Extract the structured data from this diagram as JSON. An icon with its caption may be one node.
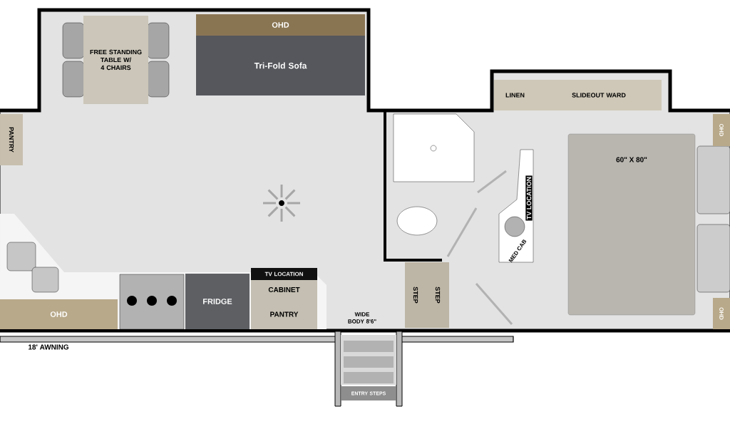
{
  "diagram": {
    "nodes": [
      {
        "text": [
          "FREE STANDING TABLE W/ 4 CHAIRS"
        ]
      },
      {
        "text": [
          "OHD"
        ]
      },
      {
        "text": [
          "Tri-Fold Sofa"
        ]
      },
      {
        "text": [
          "PANTRY"
        ]
      },
      {
        "text": [
          "LINEN"
        ]
      },
      {
        "text": [
          "SLIDEOUT WARD"
        ]
      },
      {
        "text": [
          "OHD"
        ]
      },
      {
        "text": [
          "60\" X 80\""
        ]
      },
      {
        "text": [
          "OHD"
        ]
      },
      {
        "text": [
          "FRIDGE"
        ]
      },
      {
        "text": [
          "TV LOCATION"
        ]
      },
      {
        "text": [
          "CABINET"
        ]
      },
      {
        "text": [
          "PANTRY"
        ]
      },
      {
        "text": [
          "STEP"
        ]
      },
      {
        "text": [
          "STEP"
        ]
      },
      {
        "text": [
          "OHD"
        ]
      },
      {
        "text": [
          "ENTRY STEPS"
        ]
      }
    ],
    "labels": [
      "TV LOCATION",
      "MED CAB",
      "WIDE BODY 8'6\"",
      "18' AWNING"
    ]
  }
}
